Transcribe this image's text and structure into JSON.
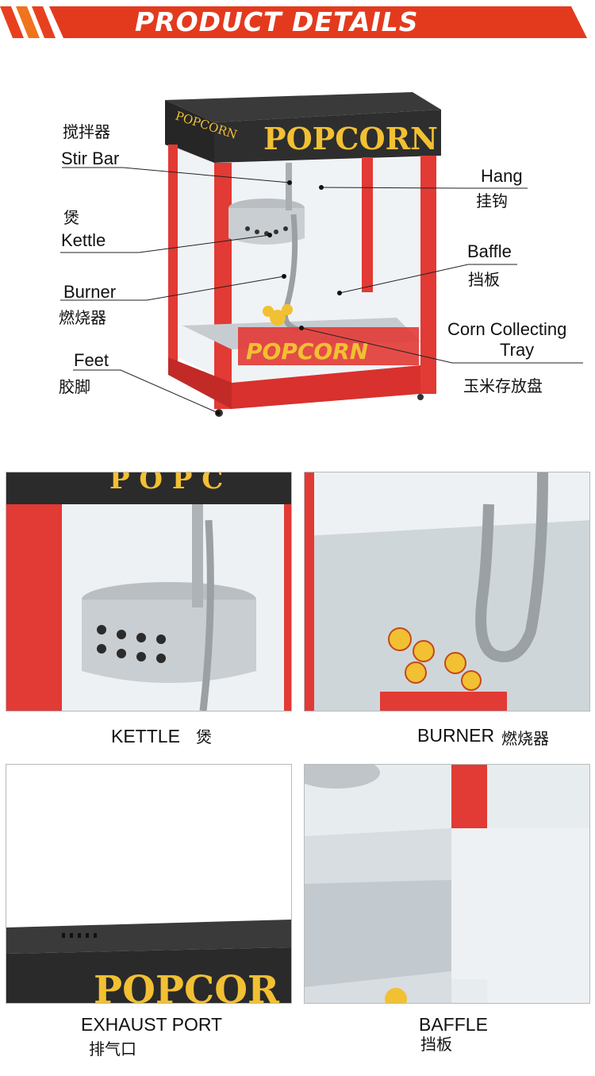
{
  "header": {
    "title": "PRODUCT DETAILS",
    "colors": {
      "red": "#e8401f",
      "orange": "#f0731e",
      "stripe": "#d93a1c"
    }
  },
  "machine": {
    "brand_front": "POPCORN",
    "brand_side": "POPCORN",
    "sign_text": "POPCORN",
    "colors": {
      "frame": "#e23a35",
      "cabinet": "#2a2a2a",
      "gold": "#f2c033",
      "steel": "#c9ced2"
    }
  },
  "callouts": {
    "stir_bar_zh": "搅拌器",
    "stir_bar_en": "Stir Bar",
    "kettle_zh": "煲",
    "kettle_en": "Kettle",
    "burner_en": "Burner",
    "burner_zh": "燃烧器",
    "feet_en": "Feet",
    "feet_zh": "胶脚",
    "hang_en": "Hang",
    "hang_zh": "挂钩",
    "baffle_en": "Baffle",
    "baffle_zh": "挡板",
    "tray_en_1": "Corn Collecting",
    "tray_en_2": "Tray",
    "tray_zh": "玉米存放盘"
  },
  "details": [
    {
      "caption_en": "KETTLE",
      "caption_zh": "煲"
    },
    {
      "caption_en": "BURNER",
      "caption_zh": "燃烧器"
    },
    {
      "caption_en": "EXHAUST PORT",
      "caption_zh": "排气口"
    },
    {
      "caption_en": "BAFFLE",
      "caption_zh": "挡板"
    }
  ],
  "detail_sign_text": "POPCOR"
}
